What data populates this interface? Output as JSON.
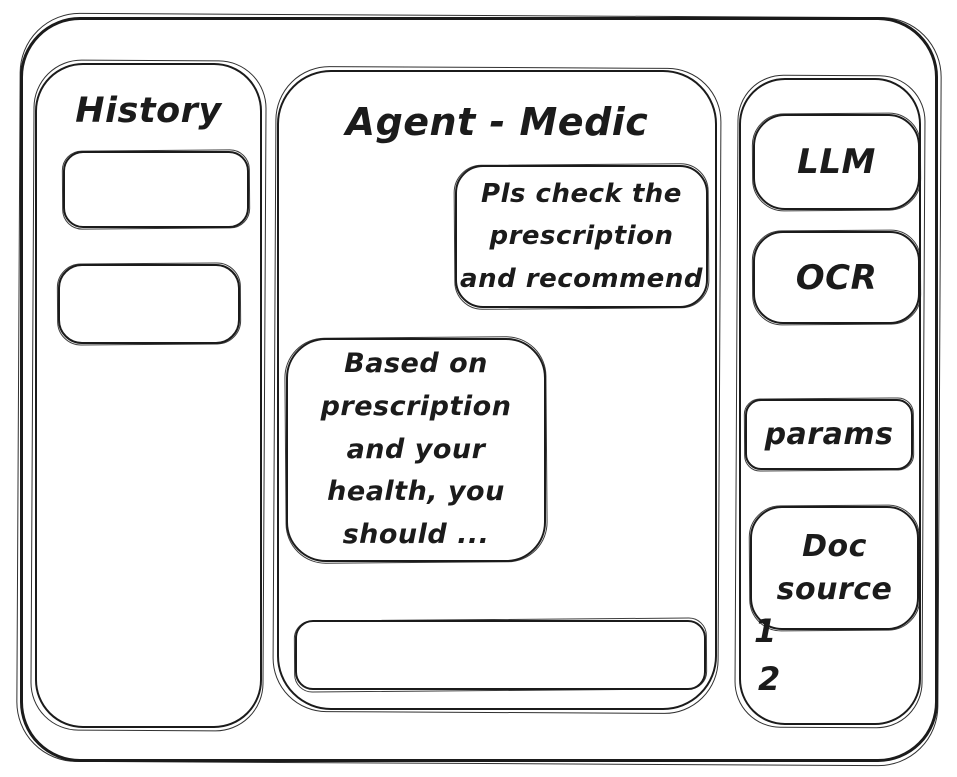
{
  "colors": {
    "ink": "#1b1b1b",
    "background": "#ffffff"
  },
  "history": {
    "title": "History",
    "items": [
      {
        "label": ""
      },
      {
        "label": ""
      }
    ]
  },
  "chat": {
    "title": "Agent - Medic",
    "messages": [
      {
        "role": "user",
        "text": "Pls check the\nprescription\nand recommend"
      },
      {
        "role": "agent",
        "text": "Based on\nprescription\nand your\nhealth, you\nshould ..."
      }
    ],
    "input": {
      "value": "",
      "placeholder": ""
    }
  },
  "tools": {
    "items": [
      {
        "label": "LLM"
      },
      {
        "label": "OCR"
      },
      {
        "label": "params"
      },
      {
        "label": "Doc source"
      }
    ],
    "notes": [
      "1",
      "2"
    ]
  }
}
